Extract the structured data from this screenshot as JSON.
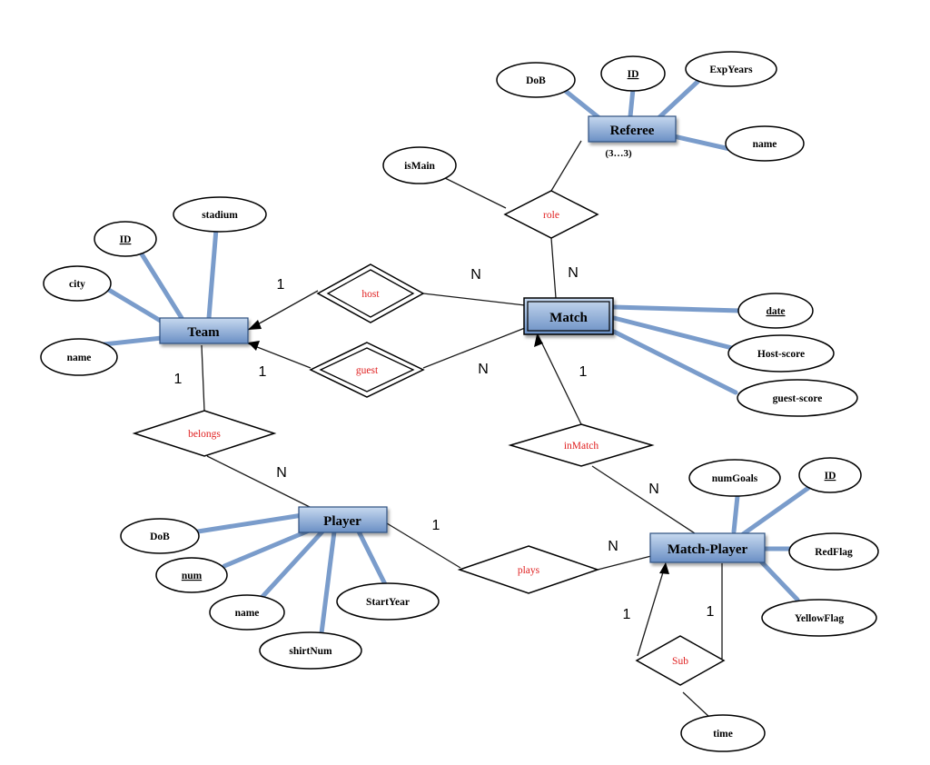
{
  "entities": {
    "referee": "Referee",
    "team": "Team",
    "match": "Match",
    "player": "Player",
    "match_player": "Match-Player"
  },
  "attributes": {
    "referee_dob": "DoB",
    "referee_id": "ID",
    "referee_expyears": "ExpYears",
    "referee_name": "name",
    "role_ismain": "isMain",
    "team_stadium": "stadium",
    "team_id": "ID",
    "team_city": "city",
    "team_name": "name",
    "match_date": "date",
    "match_host_score": "Host-score",
    "match_guest_score": "guest-score",
    "player_dob": "DoB",
    "player_num": "num",
    "player_name": "name",
    "player_shirtnum": "shirtNum",
    "player_startyear": "StartYear",
    "mp_numgoals": "numGoals",
    "mp_id": "ID",
    "mp_redflag": "RedFlag",
    "mp_yellowflag": "YellowFlag",
    "sub_time": "time"
  },
  "relationships": {
    "role": "role",
    "host": "host",
    "guest": "guest",
    "belongs": "belongs",
    "inmatch": "inMatch",
    "plays": "plays",
    "sub": "Sub"
  },
  "cardinalities": {
    "referee_role": "(3…3)",
    "role_match": "N",
    "host_team": "1",
    "host_match": "N",
    "guest_team": "1",
    "guest_match": "N",
    "belongs_team": "1",
    "belongs_player": "N",
    "inmatch_match": "1",
    "inmatch_mp": "N",
    "plays_player": "1",
    "plays_mp": "N",
    "sub_left": "1",
    "sub_right": "1"
  },
  "colors": {
    "entity_fill_top": "#b9cfea",
    "entity_fill_bottom": "#6f93c6",
    "connector_blue": "#7a9ccb",
    "relationship_text": "#e02020"
  }
}
